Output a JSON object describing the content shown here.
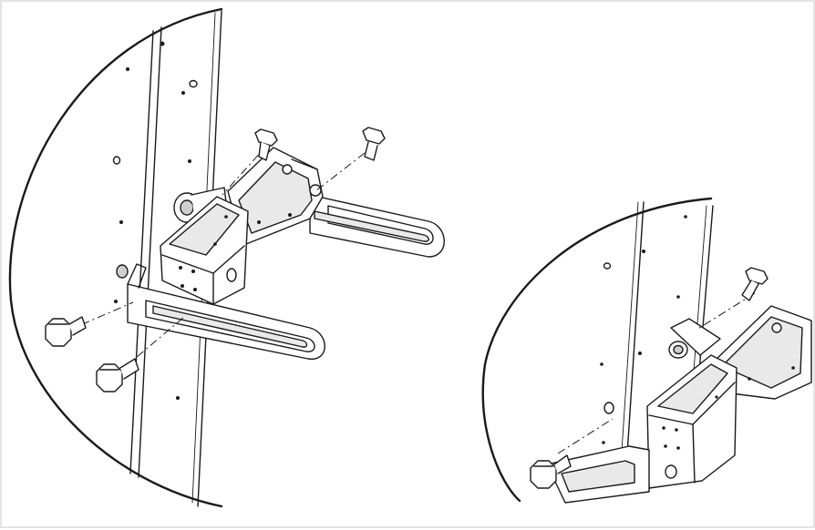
{
  "figure": {
    "background": "#ffffff",
    "line_color": "#1a1a1a",
    "border_color": "#c8c8c8",
    "views": [
      {
        "name": "exploded-view",
        "bolts": 4
      },
      {
        "name": "assembled-view",
        "bolts": 2
      }
    ]
  }
}
